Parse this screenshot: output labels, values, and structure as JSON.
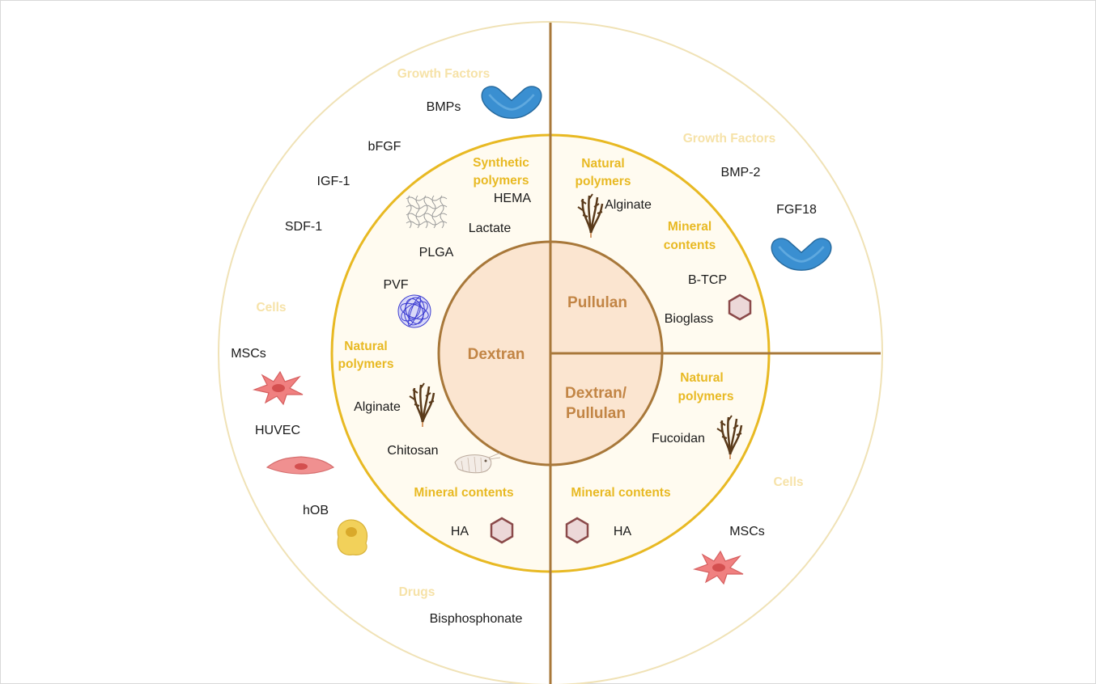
{
  "core": {
    "dextran": "Dextran",
    "pullulan": "Pullulan",
    "dextran_pullulan_1": "Dextran/",
    "dextran_pullulan_2": "Pullulan"
  },
  "left": {
    "growth_factors_title": "Growth Factors",
    "growth_factors": [
      "BMPs",
      "bFGF",
      "IGF-1",
      "SDF-1"
    ],
    "cells_title": "Cells",
    "cells": [
      "MSCs",
      "HUVEC",
      "hOB"
    ],
    "drugs_title": "Drugs",
    "drugs": [
      "Bisphosphonate"
    ],
    "synthetic_title_1": "Synthetic",
    "synthetic_title_2": "polymers",
    "synthetic": [
      "HEMA",
      "Lactate",
      "PLGA",
      "PVF"
    ],
    "natural_title_1": "Natural",
    "natural_title_2": "polymers",
    "natural": [
      "Alginate",
      "Chitosan"
    ],
    "mineral_title": "Mineral contents",
    "mineral": [
      "HA"
    ]
  },
  "pullulan_quadrant": {
    "growth_factors_title": "Growth Factors",
    "growth_factors": [
      "BMP-2",
      "FGF18"
    ],
    "natural_title_1": "Natural",
    "natural_title_2": "polymers",
    "natural": [
      "Alginate"
    ],
    "mineral_title_1": "Mineral",
    "mineral_title_2": "contents",
    "mineral": [
      "B-TCP",
      "Bioglass"
    ]
  },
  "mixed_quadrant": {
    "natural_title_1": "Natural",
    "natural_title_2": "polymers",
    "natural": [
      "Fucoidan"
    ],
    "mineral_title": "Mineral contents",
    "mineral": [
      "HA"
    ],
    "cells_title": "Cells",
    "cells": [
      "MSCs"
    ]
  },
  "icons": [
    "protein-icon",
    "polymer-mesh-icon",
    "polymer-ball-icon",
    "seaweed-icon",
    "shrimp-icon",
    "hexagon-mineral-icon",
    "stem-cell-icon",
    "endothelial-cell-icon",
    "osteoblast-cell-icon"
  ],
  "colors": {
    "divider": "#a8783a",
    "ring_gold": "#e8b923",
    "outer_ring": "#f0e2b6",
    "core_fill": "#fbe5d0",
    "core_text": "#c28545",
    "inner_fill": "#fffbf0",
    "protein": "#3a8fd1",
    "cell": "#f08080",
    "osteoblast": "#f2d15a",
    "seaweed": "#5a3a1a",
    "hexagon_fill": "#ecd8d8",
    "hexagon_stroke": "#8b4a4a"
  }
}
